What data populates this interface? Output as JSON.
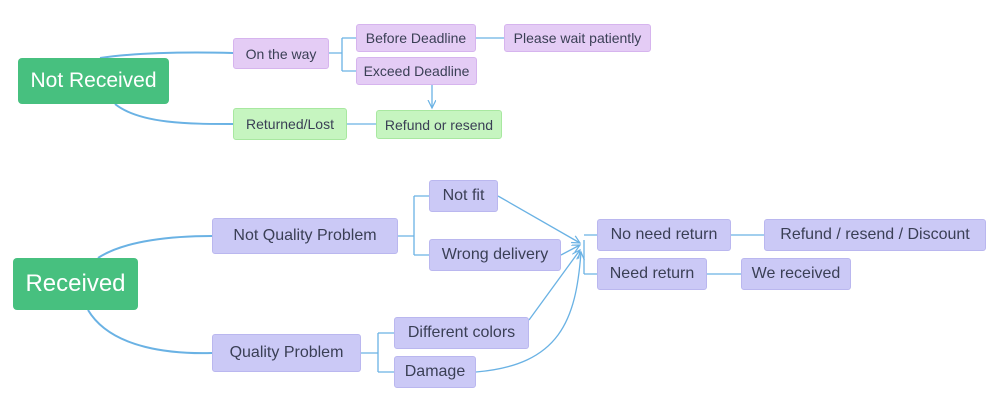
{
  "colors": {
    "root": "#47c07f",
    "branch_purple": "#e4ccf5",
    "branch_green": "#c6f5c0",
    "branch_violet": "#cbc9f6",
    "connector": "#6ab2e4"
  },
  "not_received": {
    "root": "Not Received",
    "on_the_way": "On the way",
    "before_deadline": "Before Deadline",
    "please_wait": "Please wait patiently",
    "exceed_deadline": "Exceed Deadline",
    "returned_lost": "Returned/Lost",
    "refund_or_resend": "Refund or resend"
  },
  "received": {
    "root": "Received",
    "not_quality_problem": "Not Quality Problem",
    "not_fit": "Not fit",
    "wrong_delivery": "Wrong delivery",
    "quality_problem": "Quality Problem",
    "different_colors": "Different colors",
    "damage": "Damage",
    "no_need_return": "No need return",
    "refund_resend_discount": "Refund / resend / Discount",
    "need_return": "Need return",
    "we_received": "We received"
  }
}
